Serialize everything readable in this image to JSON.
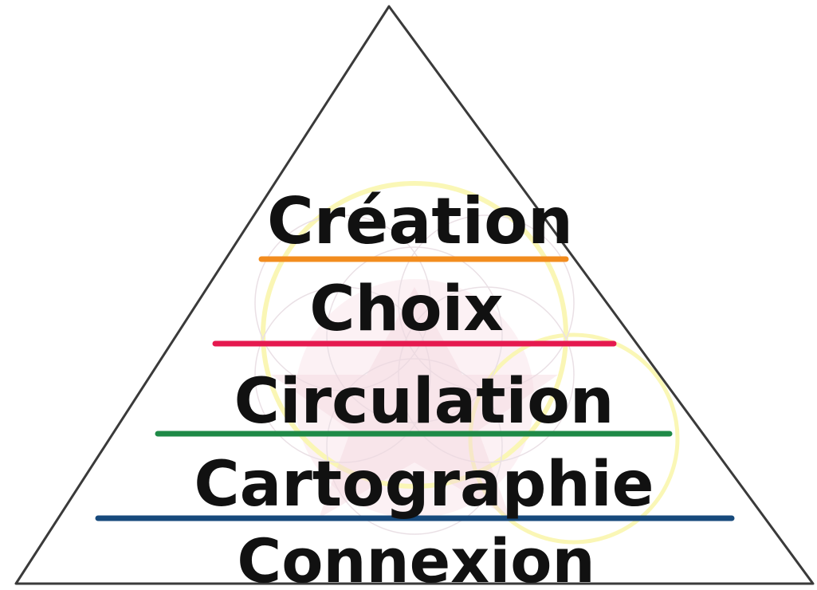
{
  "pyramid": {
    "levels": [
      {
        "label": "Création",
        "divider_color": "#f28c1e"
      },
      {
        "label": "Choix",
        "divider_color": "#e5194f"
      },
      {
        "label": "Circulation",
        "divider_color": "#1f8a47"
      },
      {
        "label": "Cartographie",
        "divider_color": "#174a7c"
      },
      {
        "label": "Connexion"
      }
    ],
    "outline_color": "#3a3a3a",
    "watermark_colors": [
      "#f6f07a",
      "#d9c7d1",
      "#c84a6a"
    ]
  }
}
